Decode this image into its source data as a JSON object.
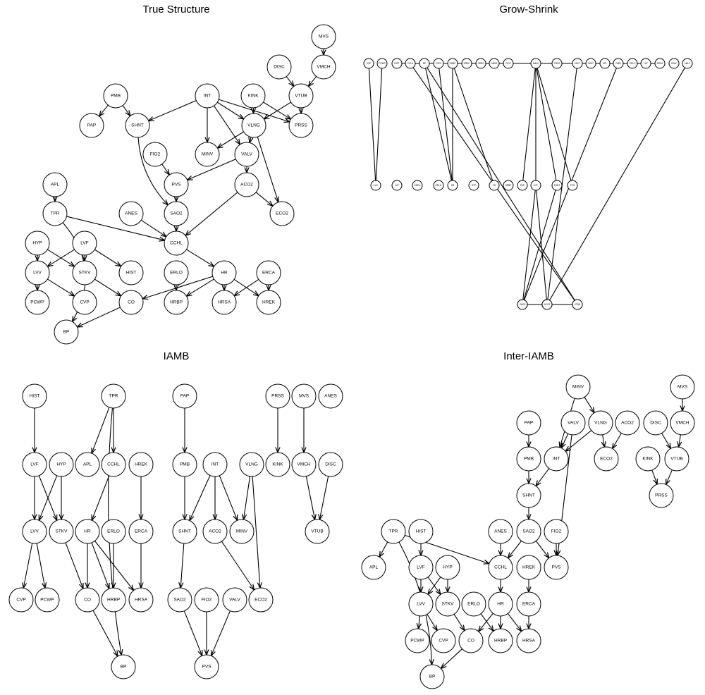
{
  "panels": [
    {
      "id": "true-structure",
      "title": "True Structure",
      "nodes": [
        "MVS",
        "DISC",
        "VMCH",
        "PMB",
        "INT",
        "KINK",
        "VTUB",
        "PAP",
        "SHNT",
        "VLNG",
        "PRSS",
        "FIO2",
        "MINV",
        "VALV",
        "APL",
        "PVS",
        "ACO2",
        "TPR",
        "ANES",
        "SAO2",
        "ECO2",
        "HYP",
        "LVF",
        "CCHL",
        "LVV",
        "STKV",
        "HIST",
        "ERLO",
        "HR",
        "ERCA",
        "PCWP",
        "CVP",
        "CO",
        "HRBP",
        "HRSA",
        "HREK",
        "BP"
      ],
      "edges": [
        [
          "MVS",
          "VMCH"
        ],
        [
          "DISC",
          "VTUB"
        ],
        [
          "VMCH",
          "VTUB"
        ],
        [
          "PMB",
          "PAP"
        ],
        [
          "PMB",
          "SHNT"
        ],
        [
          "INT",
          "SHNT"
        ],
        [
          "INT",
          "MINV"
        ],
        [
          "INT",
          "VLNG"
        ],
        [
          "INT",
          "VALV"
        ],
        [
          "INT",
          "PRSS"
        ],
        [
          "KINK",
          "VLNG"
        ],
        [
          "KINK",
          "PRSS"
        ],
        [
          "VTUB",
          "VLNG"
        ],
        [
          "VTUB",
          "PRSS"
        ],
        [
          "VLNG",
          "MINV"
        ],
        [
          "VLNG",
          "VALV"
        ],
        [
          "VLNG",
          "ECO2"
        ],
        [
          "VALV",
          "PVS"
        ],
        [
          "VALV",
          "ACO2"
        ],
        [
          "FIO2",
          "PVS"
        ],
        [
          "PVS",
          "SAO2"
        ],
        [
          "SHNT",
          "SAO2"
        ],
        [
          "ACO2",
          "ECO2"
        ],
        [
          "ACO2",
          "CCHL"
        ],
        [
          "SAO2",
          "CCHL"
        ],
        [
          "ANES",
          "CCHL"
        ],
        [
          "TPR",
          "CCHL"
        ],
        [
          "APL",
          "TPR"
        ],
        [
          "TPR",
          "BP"
        ],
        [
          "HYP",
          "LVV"
        ],
        [
          "HYP",
          "STKV"
        ],
        [
          "LVF",
          "LVV"
        ],
        [
          "LVF",
          "STKV"
        ],
        [
          "LVF",
          "HIST"
        ],
        [
          "LVV",
          "PCWP"
        ],
        [
          "LVV",
          "CVP"
        ],
        [
          "STKV",
          "CO"
        ],
        [
          "CCHL",
          "HR"
        ],
        [
          "HR",
          "CO"
        ],
        [
          "HR",
          "HRBP"
        ],
        [
          "HR",
          "HRSA"
        ],
        [
          "HR",
          "HREK"
        ],
        [
          "ERLO",
          "HRBP"
        ],
        [
          "ERCA",
          "HRSA"
        ],
        [
          "ERCA",
          "HREK"
        ],
        [
          "CO",
          "BP"
        ]
      ]
    },
    {
      "id": "grow-shrink",
      "title": "Grow-Shrink",
      "nodes": [
        "CVP",
        "PCWP",
        "HIST",
        "CCHL",
        "BP",
        "STKV",
        "HRBP",
        "HREK",
        "HRSA",
        "ANES",
        "FIO2",
        "MINV",
        "PRSS",
        "MVS",
        "DISC",
        "APL",
        "PMB",
        "ERLO",
        "LVF",
        "ERCA",
        "KINK",
        "VALV",
        "ECO2",
        "LVV",
        "LVF2",
        "ERCA2",
        "ERLO2",
        "HR",
        "HYP",
        "CO",
        "HRBP2",
        "CCHL2",
        "PAP",
        "INT",
        "SHNT",
        "PVS",
        "VMCH",
        "VLNG",
        "SAO2",
        "ACO2",
        "TPR",
        "VTUB"
      ],
      "edges": [
        [
          "CVP",
          "LVV"
        ],
        [
          "PCWP",
          "LVV"
        ],
        [
          "HIST",
          "LVF"
        ],
        [
          "CCHL",
          "TPR"
        ],
        [
          "BP",
          "TPR"
        ],
        [
          "BP",
          "HR"
        ],
        [
          "STKV",
          "HR"
        ],
        [
          "HRBP",
          "HR"
        ],
        [
          "HRBP",
          "CO"
        ],
        [
          "HREK",
          "ERCA"
        ],
        [
          "ERLO",
          "HRBP"
        ],
        [
          "MINV",
          "PVS"
        ],
        [
          "MINV",
          "INT"
        ],
        [
          "MINV",
          "SHNT"
        ],
        [
          "MINV",
          "PAP"
        ],
        [
          "MVS",
          "VMCH"
        ],
        [
          "PMB",
          "SAO2"
        ],
        [
          "INT",
          "SAO2"
        ],
        [
          "INT",
          "ACO2"
        ],
        [
          "SHNT",
          "SAO2"
        ],
        [
          "ACO2",
          "VLNG"
        ],
        [
          "VALV",
          "ACO2"
        ],
        [
          "VMCH",
          "VTUB"
        ]
      ]
    },
    {
      "id": "iamb",
      "title": "IAMB",
      "nodes": [
        "HIST",
        "TPR",
        "PAP",
        "PRSS",
        "MVS",
        "ANES",
        "LVF",
        "HYP",
        "APL",
        "CCHL",
        "HREK",
        "PMB",
        "INT",
        "VLNG",
        "KINK",
        "VMCH",
        "DISC",
        "LVV",
        "STKV",
        "HR",
        "ERLO",
        "ERCA",
        "SHNT",
        "ACO2",
        "MINV",
        "VTUB",
        "CVP",
        "PCWP",
        "CO",
        "HRBP",
        "HRSA",
        "SAO2",
        "FIO2",
        "VALV",
        "ECO2",
        "BP",
        "PVS"
      ],
      "edges": [
        [
          "HIST",
          "LVF"
        ],
        [
          "TPR",
          "APL"
        ],
        [
          "TPR",
          "CCHL"
        ],
        [
          "TPR",
          "BP"
        ],
        [
          "PAP",
          "PMB"
        ],
        [
          "PRSS",
          "KINK"
        ],
        [
          "MVS",
          "VMCH"
        ],
        [
          "LVF",
          "LVV"
        ],
        [
          "LVF",
          "STKV"
        ],
        [
          "HYP",
          "LVV"
        ],
        [
          "HYP",
          "STKV"
        ],
        [
          "CCHL",
          "HR"
        ],
        [
          "HREK",
          "ERCA"
        ],
        [
          "PMB",
          "SHNT"
        ],
        [
          "INT",
          "SHNT"
        ],
        [
          "INT",
          "ACO2"
        ],
        [
          "INT",
          "MINV"
        ],
        [
          "VLNG",
          "MINV"
        ],
        [
          "VLNG",
          "ECO2"
        ],
        [
          "VMCH",
          "VTUB"
        ],
        [
          "DISC",
          "VTUB"
        ],
        [
          "LVV",
          "CVP"
        ],
        [
          "LVV",
          "PCWP"
        ],
        [
          "STKV",
          "CO"
        ],
        [
          "HR",
          "CO"
        ],
        [
          "HR",
          "HRBP"
        ],
        [
          "HR",
          "HRSA"
        ],
        [
          "ERLO",
          "HRBP"
        ],
        [
          "ERCA",
          "HRSA"
        ],
        [
          "SHNT",
          "SAO2"
        ],
        [
          "ACO2",
          "ECO2"
        ],
        [
          "CO",
          "BP"
        ],
        [
          "SAO2",
          "PVS"
        ],
        [
          "FIO2",
          "PVS"
        ],
        [
          "VALV",
          "PVS"
        ]
      ]
    },
    {
      "id": "inter-iamb",
      "title": "Inter-IAMB",
      "nodes": [
        "MINV",
        "MVS",
        "PAP",
        "VALV",
        "VLNG",
        "ACO2",
        "DISC",
        "VMCH",
        "PMB",
        "INT",
        "ECO2",
        "KINK",
        "VTUB",
        "SHNT",
        "PRSS",
        "TPR",
        "HIST",
        "ANES",
        "SAO2",
        "FIO2",
        "APL",
        "LVF",
        "HYP",
        "CCHL",
        "HREK",
        "PVS",
        "LVV",
        "STKV",
        "ERLO",
        "HR",
        "ERCA",
        "PCWP",
        "CVP",
        "CO",
        "HRBP",
        "HRSA",
        "BP"
      ],
      "edges": [
        [
          "MINV",
          "INT"
        ],
        [
          "MINV",
          "VLNG"
        ],
        [
          "VALV",
          "INT"
        ],
        [
          "VALV",
          "PVS"
        ],
        [
          "VLNG",
          "INT"
        ],
        [
          "VLNG",
          "ECO2"
        ],
        [
          "ACO2",
          "ECO2"
        ],
        [
          "MVS",
          "VMCH"
        ],
        [
          "DISC",
          "VTUB"
        ],
        [
          "VMCH",
          "VTUB"
        ],
        [
          "PAP",
          "PMB"
        ],
        [
          "PMB",
          "SHNT"
        ],
        [
          "INT",
          "SHNT"
        ],
        [
          "KINK",
          "PRSS"
        ],
        [
          "VTUB",
          "PRSS"
        ],
        [
          "SHNT",
          "SAO2"
        ],
        [
          "ANES",
          "CCHL"
        ],
        [
          "SAO2",
          "CCHL"
        ],
        [
          "SAO2",
          "PVS"
        ],
        [
          "FIO2",
          "PVS"
        ],
        [
          "TPR",
          "APL"
        ],
        [
          "TPR",
          "CCHL"
        ],
        [
          "TPR",
          "BP"
        ],
        [
          "HIST",
          "LVF"
        ],
        [
          "LVF",
          "LVV"
        ],
        [
          "LVF",
          "STKV"
        ],
        [
          "HYP",
          "LVV"
        ],
        [
          "HYP",
          "STKV"
        ],
        [
          "CCHL",
          "HR"
        ],
        [
          "HREK",
          "ERCA"
        ],
        [
          "LVV",
          "PCWP"
        ],
        [
          "LVV",
          "CVP"
        ],
        [
          "STKV",
          "CO"
        ],
        [
          "HR",
          "CO"
        ],
        [
          "HR",
          "HRBP"
        ],
        [
          "HR",
          "HRSA"
        ],
        [
          "ERLO",
          "HRBP"
        ],
        [
          "ERCA",
          "HRSA"
        ],
        [
          "CO",
          "BP"
        ]
      ]
    }
  ]
}
